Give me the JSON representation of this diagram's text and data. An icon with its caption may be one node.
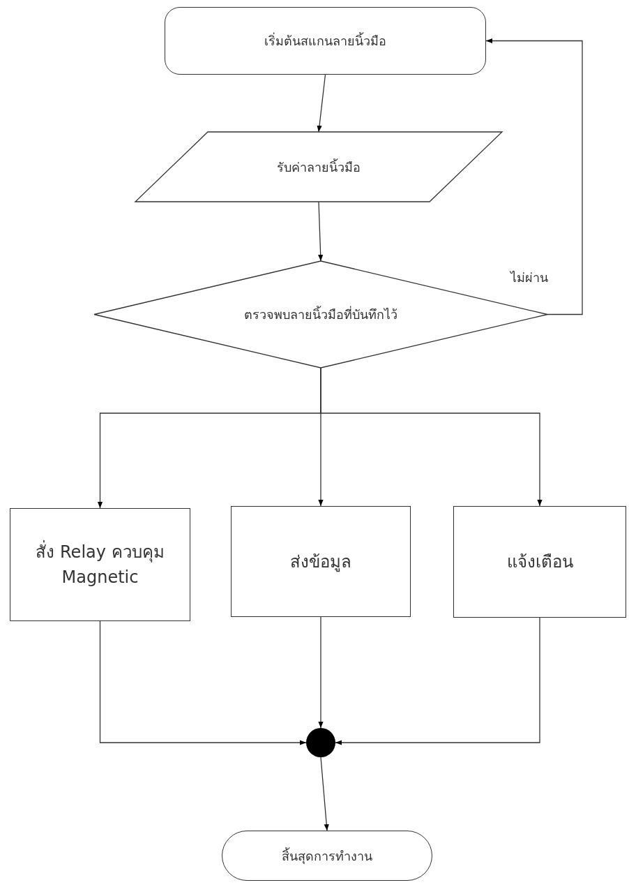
{
  "diagram": {
    "nodes": [
      {
        "text": [
          "เริ่มต้นสแกนลายนิ้วมือ"
        ]
      },
      {
        "text": [
          "รับค่าลายนิ้วมือ"
        ]
      },
      {
        "text": [
          "ตรวจพบลายนิ้วมือที่บันทึกไว้"
        ]
      },
      {
        "text": [
          "สั่ง Relay ควบคุม Magnetic"
        ]
      },
      {
        "text": [
          "ส่งข้อมูล"
        ]
      },
      {
        "text": [
          "แจ้งเตือน"
        ]
      },
      {
        "text": [],
        "shape": "circle"
      },
      {
        "text": [
          "สิ้นสุดการทำงาน"
        ]
      }
    ],
    "edges": [
      {
        "from": 0,
        "to": 1,
        "arrow": "to"
      },
      {
        "from": 1,
        "to": 2,
        "arrow": "to"
      },
      {
        "from": 2,
        "to": 0,
        "arrow": "to",
        "label": "ไม่ผ่าน"
      },
      {
        "from": 2,
        "to": 3,
        "arrow": "to"
      },
      {
        "from": 2,
        "to": 4,
        "arrow": "to"
      },
      {
        "from": 2,
        "to": 5,
        "arrow": "to"
      },
      {
        "from": 3,
        "to": 6,
        "arrow": "to"
      },
      {
        "from": 4,
        "to": 6,
        "arrow": "to"
      },
      {
        "from": 5,
        "to": 6,
        "arrow": "to"
      },
      {
        "from": 6,
        "to": 7,
        "arrow": "to"
      }
    ]
  }
}
